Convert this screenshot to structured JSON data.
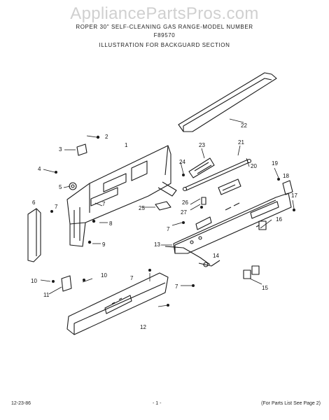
{
  "watermark": "AppliancePartsPros.com",
  "header": {
    "line1": "ROPER 30\" SELF-CLEANING GAS RANGE-MODEL NUMBER",
    "line2": "F89570",
    "line3": "ILLUSTRATION  FOR BACKGUARD SECTION"
  },
  "footer": {
    "date": "12-23-86",
    "page": "- 1 -",
    "parts_list_note": "(For Parts List See Page 2)"
  },
  "callouts": [
    "1",
    "2",
    "3",
    "4",
    "5",
    "6",
    "7",
    "7",
    "8",
    "9",
    "10",
    "10",
    "11",
    "7",
    "12",
    "13",
    "14",
    "7",
    "15",
    "16",
    "17",
    "18",
    "19",
    "20",
    "21",
    "22",
    "23",
    "24",
    "25",
    "26",
    "27",
    "7"
  ]
}
